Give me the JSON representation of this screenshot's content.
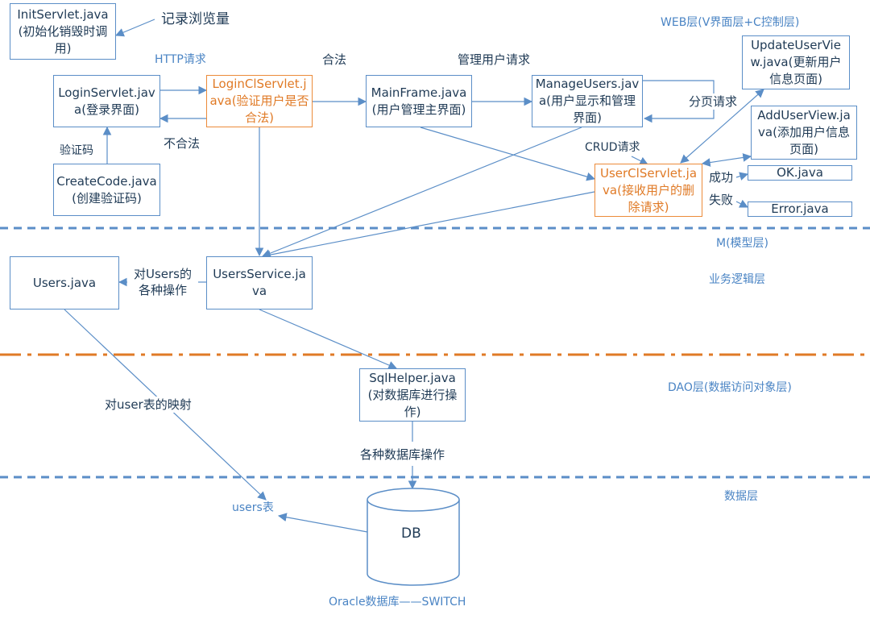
{
  "boxes": {
    "init_servlet": "InitServlet.java(初始化销毁时调用)",
    "login_servlet": "LoginServlet.java(登录界面)",
    "login_cl_servlet": "LoginClServlet.java(验证用户是否合法)",
    "main_frame": "MainFrame.java(用户管理主界面)",
    "manage_users": "ManageUsers.java(用户显示和管理界面)",
    "update_user_view": "UpdateUserView.java(更新用户信息页面)",
    "add_user_view": "AddUserView.java(添加用户信息页面)",
    "user_cl_servlet": "UserClServlet.java(接收用户的删除请求)",
    "ok_java": "OK.java",
    "error_java": "Error.java",
    "create_code": "CreateCode.java(创建验证码)",
    "users_java": "Users.java",
    "users_service": "UsersService.java",
    "sql_helper": "SqlHelper.java(对数据库进行操作)",
    "db": "DB"
  },
  "labels": {
    "record_views": "记录浏览量",
    "http_request": "HTTP请求",
    "legal": "合法",
    "manage_user_request": "管理用户请求",
    "illegal": "不合法",
    "captcha": "验证码",
    "paging_request": "分页请求",
    "crud_request": "CRUD请求",
    "success": "成功",
    "failure": "失败",
    "users_operations": "对Users的各种操作",
    "user_table_mapping": "对user表的映射",
    "db_operations": "各种数据库操作",
    "users_table": "users表",
    "oracle_switch": "Oracle数据库——SWITCH"
  },
  "layers": {
    "web": "WEB层(V界面层+C控制层)",
    "model": "M(模型层)",
    "business": "业务逻辑层",
    "dao": "DAO层(数据访问对象层)",
    "data": "数据层"
  },
  "colors": {
    "box_border": "#5b8ec7",
    "highlight_border": "#ec8b3a",
    "highlight_text": "#e07a26",
    "arrow": "#5b8ec7",
    "separator_blue": "#5b8ec7",
    "separator_orange": "#e07a26",
    "text": "#1f3a55",
    "layer_text": "#4a84c4"
  }
}
